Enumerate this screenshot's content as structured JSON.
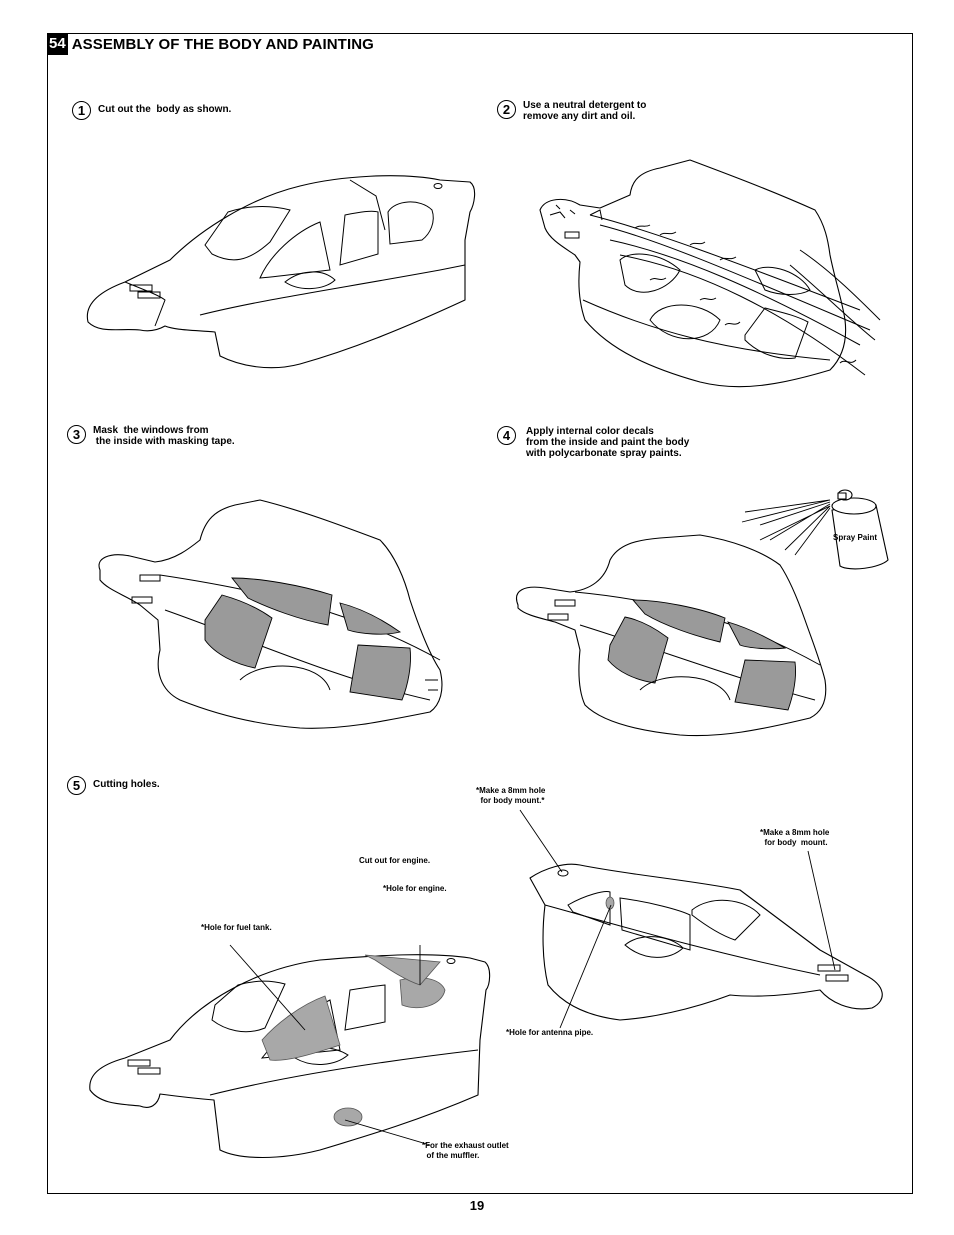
{
  "section": {
    "number": "54",
    "title": "ASSEMBLY OF THE BODY AND PAINTING"
  },
  "steps": [
    {
      "num": "1",
      "text": "Cut out the  body as shown."
    },
    {
      "num": "2",
      "text": "Use a neutral detergent to\nremove any dirt and oil."
    },
    {
      "num": "3",
      "text": "Mask  the windows from\n the inside with masking tape."
    },
    {
      "num": "4",
      "text": "Apply internal color decals\nfrom the inside and paint the body\nwith polycarbonate spray paints."
    },
    {
      "num": "5",
      "text": "Cutting holes."
    }
  ],
  "labels": {
    "spray_paint": "Spray Paint",
    "cut_out_engine": "Cut out for engine.",
    "hole_engine": "*Hole for engine.",
    "hole_fuel_tank": "*Hole for fuel tank.",
    "exhaust_outlet": "*For the exhaust outlet\n  of the muffler.",
    "hole_body_mount_left": "*Make a 8mm hole\n  for body mount.*",
    "hole_body_mount_right": "*Make a 8mm hole\n  for body  mount.",
    "hole_antenna": "*Hole for antenna pipe."
  },
  "page_number": "19"
}
